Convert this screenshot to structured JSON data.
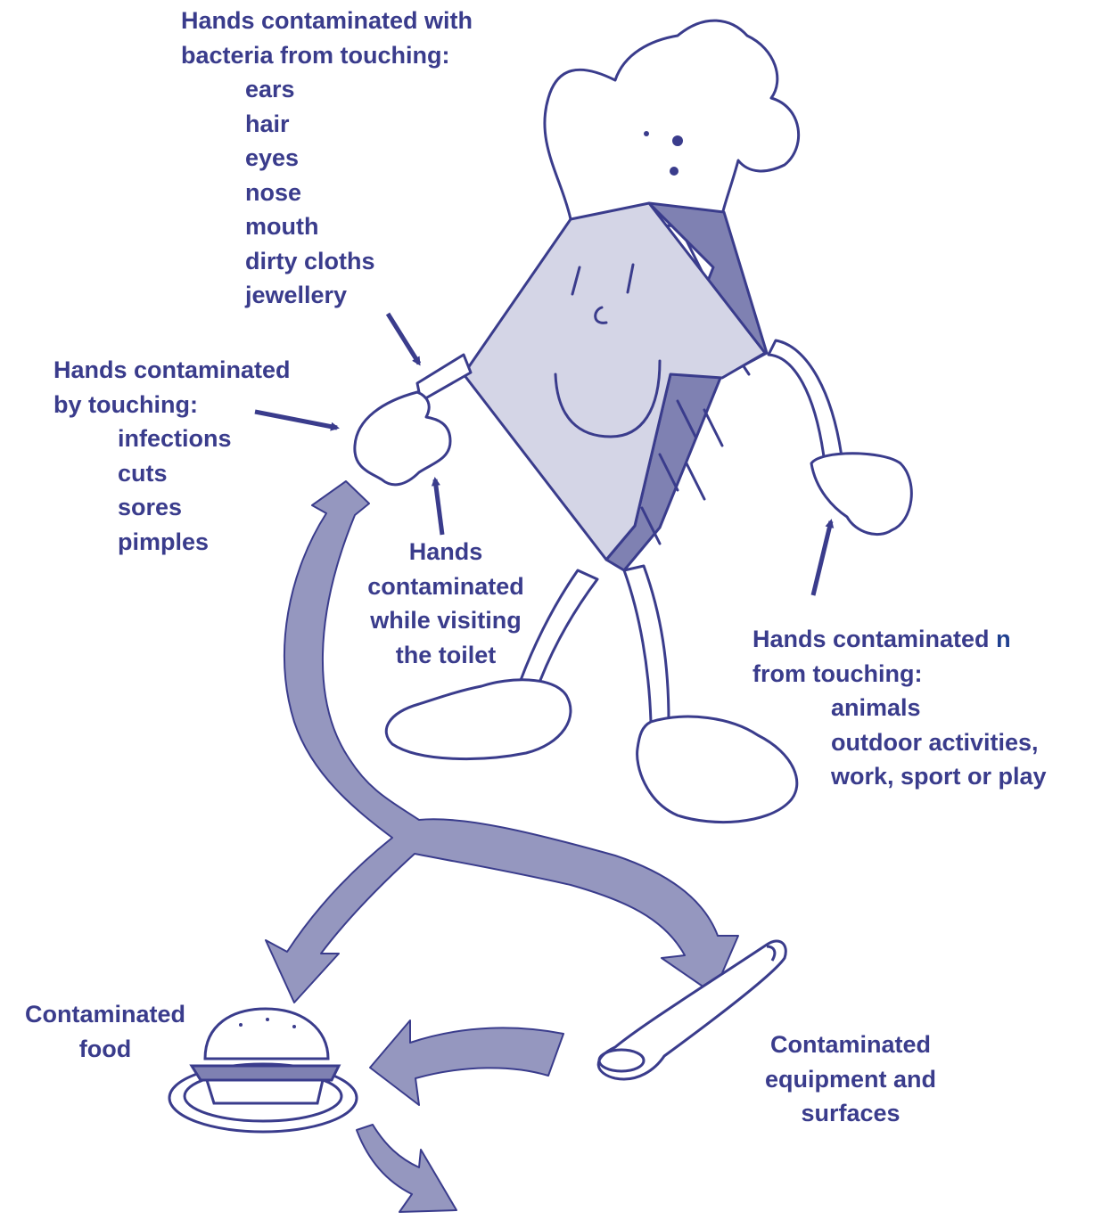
{
  "labels": {
    "hands_bacteria": {
      "heading": [
        "Hands contaminated with",
        "bacteria from touching:"
      ],
      "items": [
        "ears",
        "hair",
        "eyes",
        "nose",
        "mouth",
        "dirty cloths",
        "jewellery"
      ]
    },
    "hands_touching": {
      "heading": [
        "Hands contaminated",
        "by touching:"
      ],
      "items": [
        "infections",
        "cuts",
        "sores",
        "pimples"
      ]
    },
    "hands_toilet": {
      "lines": [
        "Hands",
        "contaminated",
        "while visiting",
        "the toilet"
      ]
    },
    "hands_animals": {
      "heading_line1": "Hands contaminated",
      "heading_stray": "n",
      "heading_line2": "from touching:",
      "items": [
        "animals",
        "outdoor activities,",
        "work, sport or play"
      ]
    },
    "food": {
      "lines": [
        "Contaminated",
        "food"
      ]
    },
    "equipment": {
      "lines": [
        "Contaminated",
        "equipment and",
        "surfaces"
      ]
    }
  },
  "colors": {
    "text": "#3a3c8c",
    "line": "#3a3c8c",
    "flow_arrow": "#9597bf",
    "chef_body": "#d4d5e6",
    "chef_side": "#7f81b2"
  }
}
